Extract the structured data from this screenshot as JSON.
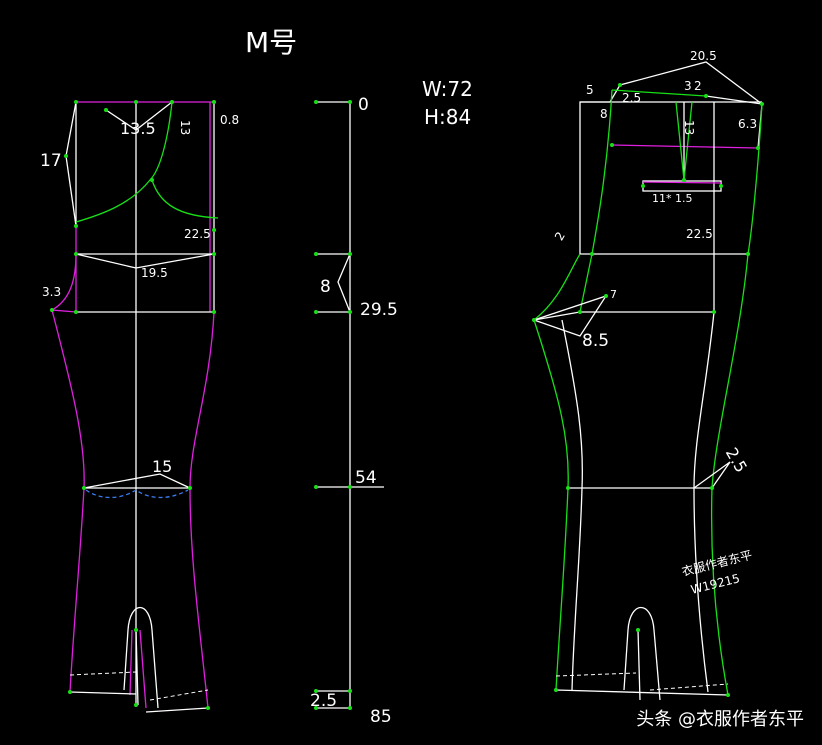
{
  "title": "M号",
  "measurements": {
    "waist": "W:72",
    "hip": "H:84"
  },
  "scale": {
    "marks": [
      "0",
      "8",
      "29.5",
      "54",
      "2.5",
      "85"
    ]
  },
  "left_pattern": {
    "labels": [
      "13.5",
      "13",
      "0.8",
      "17",
      "22.5",
      "19.5",
      "3.3",
      "15"
    ]
  },
  "right_pattern": {
    "labels": [
      "20.5",
      "5",
      "2.5",
      "3",
      "2",
      "8",
      "13",
      "6.3",
      "11* 1.5",
      "2",
      "22.5",
      "7",
      "8.5",
      "2.5"
    ]
  },
  "watermark": {
    "line1": "衣服作者东平",
    "line2": "W19215"
  },
  "footer": {
    "text": "头条 @衣服作者东平"
  },
  "colors": {
    "background": "#000000",
    "line": "#ffffff",
    "construction": "#18e018",
    "back_piece": "#e020e0",
    "dash": "#3a7cf0"
  }
}
